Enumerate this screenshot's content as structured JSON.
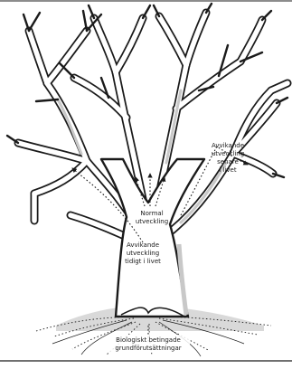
{
  "labels": {
    "late": [
      "Avvikande",
      "utveckling",
      "senare",
      "i livet"
    ],
    "normal": [
      "Normal",
      "utveckling"
    ],
    "early": [
      "Avvikande",
      "utveckling",
      "tidigt i livet"
    ],
    "roots": [
      "Biologiskt betingade",
      "grundförutsättningar"
    ]
  },
  "colors": {
    "outline": "#1a1a1a",
    "wood": "#ffffff",
    "shade": "#c8c8c8",
    "ground": "#d9d9d9"
  }
}
